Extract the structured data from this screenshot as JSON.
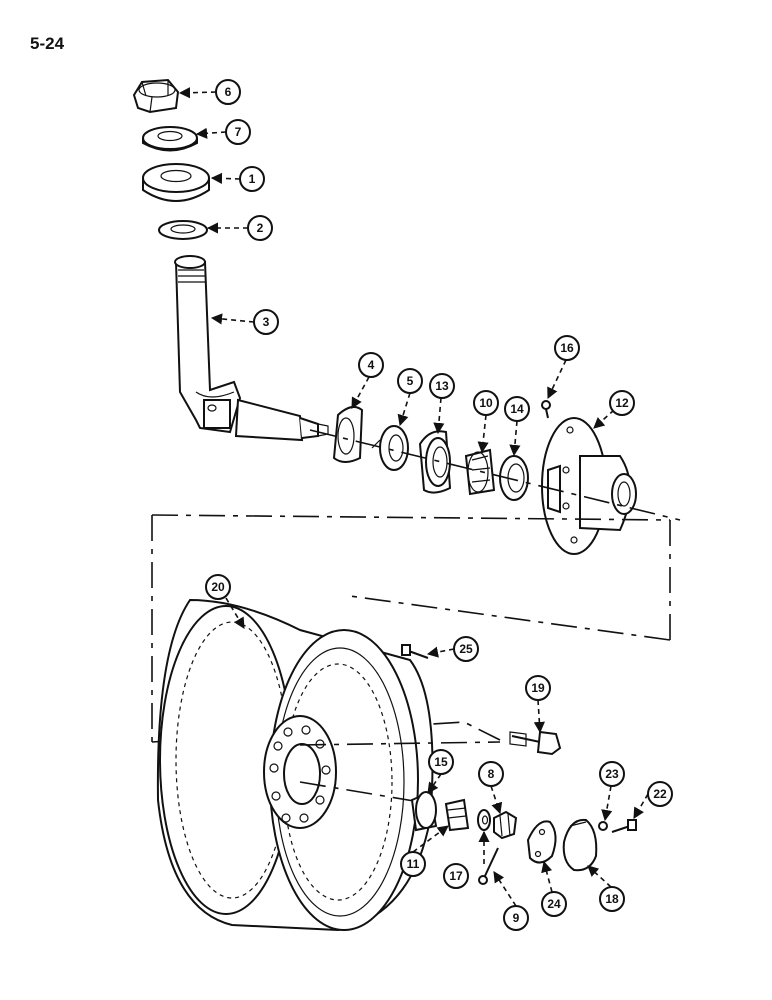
{
  "page": {
    "number": "5-24"
  },
  "callouts": [
    {
      "id": "c1",
      "label": "1"
    },
    {
      "id": "c2",
      "label": "2"
    },
    {
      "id": "c3",
      "label": "3"
    },
    {
      "id": "c4",
      "label": "4"
    },
    {
      "id": "c5",
      "label": "5"
    },
    {
      "id": "c6",
      "label": "6"
    },
    {
      "id": "c7",
      "label": "7"
    },
    {
      "id": "c8",
      "label": "8"
    },
    {
      "id": "c9",
      "label": "9"
    },
    {
      "id": "c10",
      "label": "10"
    },
    {
      "id": "c11",
      "label": "11"
    },
    {
      "id": "c12",
      "label": "12"
    },
    {
      "id": "c13",
      "label": "13"
    },
    {
      "id": "c14",
      "label": "14"
    },
    {
      "id": "c15",
      "label": "15"
    },
    {
      "id": "c16",
      "label": "16"
    },
    {
      "id": "c17",
      "label": "17"
    },
    {
      "id": "c18",
      "label": "18"
    },
    {
      "id": "c19",
      "label": "19"
    },
    {
      "id": "c20",
      "label": "20"
    },
    {
      "id": "c22",
      "label": "22"
    },
    {
      "id": "c23",
      "label": "23"
    },
    {
      "id": "c24",
      "label": "24"
    },
    {
      "id": "c25",
      "label": "25"
    }
  ]
}
